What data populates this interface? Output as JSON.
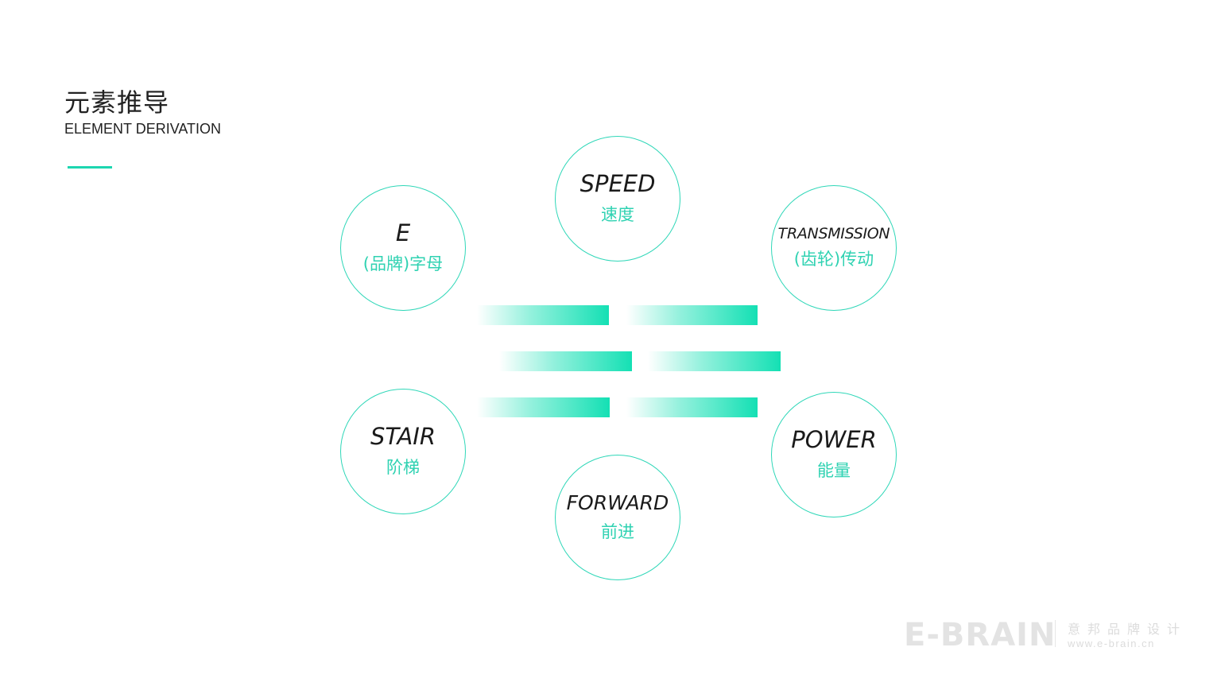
{
  "header": {
    "title_cn": "元素推导",
    "title_en": "ELEMENT DERIVATION"
  },
  "elements": [
    {
      "en": "E",
      "cn": "(品牌)字母"
    },
    {
      "en": "SPEED",
      "cn": "速度"
    },
    {
      "en": "TRANSMISSION",
      "cn": "(齿轮)传动"
    },
    {
      "en": "STAIR",
      "cn": "阶梯"
    },
    {
      "en": "FORWARD",
      "cn": "前进"
    },
    {
      "en": "POWER",
      "cn": "能量"
    }
  ],
  "footer": {
    "logo": "E-BRAIN",
    "brand_cn": "意邦品牌设计",
    "url": "www.e-brain.cn"
  },
  "colors": {
    "accent": "#1dd6b0",
    "circle_border": "#2fd7b8",
    "bar_gradient_end": "#14e0b4"
  }
}
